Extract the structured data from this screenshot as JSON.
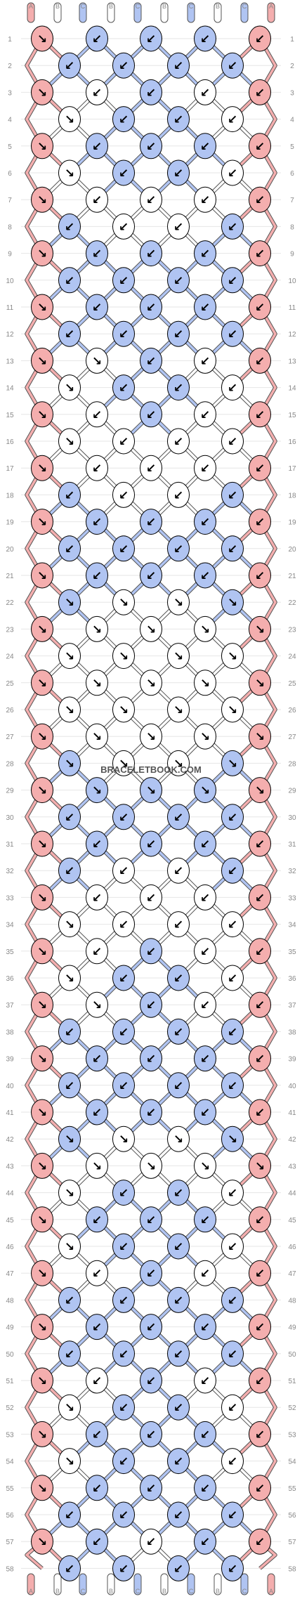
{
  "watermark": "BRACELETBOOK.COM",
  "colors": {
    "A": "#f4aeae",
    "B": "#ffffff",
    "C": "#b0c4f2",
    "outline": "#000000",
    "grid_line": "#e6e6e6",
    "thread_outline": "#555555",
    "watermark": "#555555"
  },
  "strings": [
    "A",
    "B",
    "C",
    "B",
    "C",
    "B",
    "C",
    "B",
    "C",
    "A"
  ],
  "row_numbers": [
    "1",
    "2",
    "3",
    "4",
    "5",
    "6",
    "7",
    "8",
    "9",
    "10",
    "11",
    "12",
    "13",
    "14",
    "15",
    "16",
    "17",
    "18",
    "19",
    "20",
    "21",
    "22",
    "23",
    "24",
    "25",
    "26",
    "27",
    "28",
    "29",
    "30",
    "31",
    "32",
    "33",
    "34",
    "35",
    "36",
    "37",
    "38",
    "39",
    "40",
    "41",
    "42",
    "43",
    "44",
    "45",
    "46",
    "47",
    "48",
    "49",
    "50",
    "51",
    "52",
    "53",
    "54",
    "55",
    "56",
    "57",
    "58"
  ],
  "knots": {
    "odd_row_columns": 5,
    "even_row_columns": 4,
    "rows": [
      [
        {
          "c": "A",
          "s": "↘"
        },
        {
          "c": "C",
          "s": "↙"
        },
        {
          "c": "C",
          "s": "↙"
        },
        {
          "c": "C",
          "s": "↙"
        },
        {
          "c": "A",
          "s": "↙"
        }
      ],
      [
        {
          "c": "C",
          "s": "↙"
        },
        {
          "c": "C",
          "s": "↙"
        },
        {
          "c": "C",
          "s": "↙"
        },
        {
          "c": "C",
          "s": "↙"
        }
      ],
      [
        {
          "c": "A",
          "s": "↘"
        },
        {
          "c": "B",
          "s": "↙"
        },
        {
          "c": "C",
          "s": "↙"
        },
        {
          "c": "B",
          "s": "↙"
        },
        {
          "c": "A",
          "s": "↙"
        }
      ],
      [
        {
          "c": "B",
          "s": "↘"
        },
        {
          "c": "C",
          "s": "↙"
        },
        {
          "c": "C",
          "s": "↙"
        },
        {
          "c": "B",
          "s": "↙"
        }
      ],
      [
        {
          "c": "A",
          "s": "↘"
        },
        {
          "c": "C",
          "s": "↙"
        },
        {
          "c": "C",
          "s": "↙"
        },
        {
          "c": "C",
          "s": "↙"
        },
        {
          "c": "A",
          "s": "↙"
        }
      ],
      [
        {
          "c": "B",
          "s": "↘"
        },
        {
          "c": "C",
          "s": "↙"
        },
        {
          "c": "C",
          "s": "↙"
        },
        {
          "c": "B",
          "s": "↙"
        }
      ],
      [
        {
          "c": "A",
          "s": "↘"
        },
        {
          "c": "B",
          "s": "↙"
        },
        {
          "c": "B",
          "s": "↙"
        },
        {
          "c": "B",
          "s": "↙"
        },
        {
          "c": "A",
          "s": "↙"
        }
      ],
      [
        {
          "c": "C",
          "s": "↙"
        },
        {
          "c": "B",
          "s": "↙"
        },
        {
          "c": "B",
          "s": "↙"
        },
        {
          "c": "C",
          "s": "↙"
        }
      ],
      [
        {
          "c": "A",
          "s": "↘"
        },
        {
          "c": "C",
          "s": "↙"
        },
        {
          "c": "C",
          "s": "↙"
        },
        {
          "c": "C",
          "s": "↙"
        },
        {
          "c": "A",
          "s": "↙"
        }
      ],
      [
        {
          "c": "C",
          "s": "↙"
        },
        {
          "c": "C",
          "s": "↙"
        },
        {
          "c": "C",
          "s": "↙"
        },
        {
          "c": "C",
          "s": "↙"
        }
      ],
      [
        {
          "c": "A",
          "s": "↘"
        },
        {
          "c": "C",
          "s": "↙"
        },
        {
          "c": "C",
          "s": "↙"
        },
        {
          "c": "C",
          "s": "↙"
        },
        {
          "c": "A",
          "s": "↙"
        }
      ],
      [
        {
          "c": "C",
          "s": "↙"
        },
        {
          "c": "C",
          "s": "↙"
        },
        {
          "c": "C",
          "s": "↙"
        },
        {
          "c": "C",
          "s": "↙"
        }
      ],
      [
        {
          "c": "A",
          "s": "↘"
        },
        {
          "c": "B",
          "s": "↘"
        },
        {
          "c": "C",
          "s": "↙"
        },
        {
          "c": "B",
          "s": "↙"
        },
        {
          "c": "A",
          "s": "↙"
        }
      ],
      [
        {
          "c": "B",
          "s": "↘"
        },
        {
          "c": "C",
          "s": "↙"
        },
        {
          "c": "C",
          "s": "↙"
        },
        {
          "c": "B",
          "s": "↙"
        }
      ],
      [
        {
          "c": "A",
          "s": "↘"
        },
        {
          "c": "B",
          "s": "↙"
        },
        {
          "c": "C",
          "s": "↙"
        },
        {
          "c": "B",
          "s": "↙"
        },
        {
          "c": "A",
          "s": "↙"
        }
      ],
      [
        {
          "c": "B",
          "s": "↘"
        },
        {
          "c": "B",
          "s": "↙"
        },
        {
          "c": "B",
          "s": "↙"
        },
        {
          "c": "B",
          "s": "↙"
        }
      ],
      [
        {
          "c": "A",
          "s": "↘"
        },
        {
          "c": "B",
          "s": "↙"
        },
        {
          "c": "B",
          "s": "↙"
        },
        {
          "c": "B",
          "s": "↙"
        },
        {
          "c": "A",
          "s": "↙"
        }
      ],
      [
        {
          "c": "C",
          "s": "↙"
        },
        {
          "c": "B",
          "s": "↙"
        },
        {
          "c": "B",
          "s": "↙"
        },
        {
          "c": "C",
          "s": "↙"
        }
      ],
      [
        {
          "c": "A",
          "s": "↘"
        },
        {
          "c": "C",
          "s": "↙"
        },
        {
          "c": "C",
          "s": "↙"
        },
        {
          "c": "C",
          "s": "↙"
        },
        {
          "c": "A",
          "s": "↙"
        }
      ],
      [
        {
          "c": "C",
          "s": "↙"
        },
        {
          "c": "C",
          "s": "↙"
        },
        {
          "c": "C",
          "s": "↙"
        },
        {
          "c": "C",
          "s": "↙"
        }
      ],
      [
        {
          "c": "A",
          "s": "↘"
        },
        {
          "c": "C",
          "s": "↙"
        },
        {
          "c": "C",
          "s": "↙"
        },
        {
          "c": "C",
          "s": "↙"
        },
        {
          "c": "A",
          "s": "↙"
        }
      ],
      [
        {
          "c": "C",
          "s": "↘"
        },
        {
          "c": "B",
          "s": "↘"
        },
        {
          "c": "B",
          "s": "↘"
        },
        {
          "c": "C",
          "s": "↘"
        }
      ],
      [
        {
          "c": "A",
          "s": "↘"
        },
        {
          "c": "B",
          "s": "↘"
        },
        {
          "c": "B",
          "s": "↘"
        },
        {
          "c": "B",
          "s": "↘"
        },
        {
          "c": "A",
          "s": "↘"
        }
      ],
      [
        {
          "c": "B",
          "s": "↘"
        },
        {
          "c": "B",
          "s": "↘"
        },
        {
          "c": "B",
          "s": "↘"
        },
        {
          "c": "B",
          "s": "↘"
        }
      ],
      [
        {
          "c": "A",
          "s": "↘"
        },
        {
          "c": "B",
          "s": "↘"
        },
        {
          "c": "B",
          "s": "↘"
        },
        {
          "c": "B",
          "s": "↘"
        },
        {
          "c": "A",
          "s": "↘"
        }
      ],
      [
        {
          "c": "B",
          "s": "↘"
        },
        {
          "c": "B",
          "s": "↘"
        },
        {
          "c": "B",
          "s": "↘"
        },
        {
          "c": "B",
          "s": "↘"
        }
      ],
      [
        {
          "c": "A",
          "s": "↘"
        },
        {
          "c": "B",
          "s": "↘"
        },
        {
          "c": "B",
          "s": "↘"
        },
        {
          "c": "B",
          "s": "↘"
        },
        {
          "c": "A",
          "s": "↘"
        }
      ],
      [
        {
          "c": "C",
          "s": "↘"
        },
        {
          "c": "B",
          "s": "↘"
        },
        {
          "c": "B",
          "s": "↘"
        },
        {
          "c": "C",
          "s": "↘"
        }
      ],
      [
        {
          "c": "A",
          "s": "↘"
        },
        {
          "c": "C",
          "s": "↘"
        },
        {
          "c": "C",
          "s": "↘"
        },
        {
          "c": "C",
          "s": "↘"
        },
        {
          "c": "A",
          "s": "↘"
        }
      ],
      [
        {
          "c": "C",
          "s": "↙"
        },
        {
          "c": "C",
          "s": "↙"
        },
        {
          "c": "C",
          "s": "↙"
        },
        {
          "c": "C",
          "s": "↙"
        }
      ],
      [
        {
          "c": "A",
          "s": "↘"
        },
        {
          "c": "C",
          "s": "↙"
        },
        {
          "c": "C",
          "s": "↙"
        },
        {
          "c": "C",
          "s": "↙"
        },
        {
          "c": "A",
          "s": "↙"
        }
      ],
      [
        {
          "c": "C",
          "s": "↙"
        },
        {
          "c": "B",
          "s": "↙"
        },
        {
          "c": "B",
          "s": "↙"
        },
        {
          "c": "C",
          "s": "↙"
        }
      ],
      [
        {
          "c": "A",
          "s": "↘"
        },
        {
          "c": "B",
          "s": "↙"
        },
        {
          "c": "B",
          "s": "↙"
        },
        {
          "c": "B",
          "s": "↙"
        },
        {
          "c": "A",
          "s": "↙"
        }
      ],
      [
        {
          "c": "B",
          "s": "↘"
        },
        {
          "c": "B",
          "s": "↙"
        },
        {
          "c": "B",
          "s": "↙"
        },
        {
          "c": "B",
          "s": "↙"
        }
      ],
      [
        {
          "c": "A",
          "s": "↘"
        },
        {
          "c": "B",
          "s": "↙"
        },
        {
          "c": "C",
          "s": "↙"
        },
        {
          "c": "B",
          "s": "↙"
        },
        {
          "c": "A",
          "s": "↙"
        }
      ],
      [
        {
          "c": "B",
          "s": "↘"
        },
        {
          "c": "C",
          "s": "↙"
        },
        {
          "c": "C",
          "s": "↙"
        },
        {
          "c": "B",
          "s": "↙"
        }
      ],
      [
        {
          "c": "A",
          "s": "↘"
        },
        {
          "c": "B",
          "s": "↘"
        },
        {
          "c": "C",
          "s": "↙"
        },
        {
          "c": "B",
          "s": "↙"
        },
        {
          "c": "A",
          "s": "↙"
        }
      ],
      [
        {
          "c": "C",
          "s": "↙"
        },
        {
          "c": "C",
          "s": "↙"
        },
        {
          "c": "C",
          "s": "↙"
        },
        {
          "c": "C",
          "s": "↙"
        }
      ],
      [
        {
          "c": "A",
          "s": "↘"
        },
        {
          "c": "C",
          "s": "↙"
        },
        {
          "c": "C",
          "s": "↙"
        },
        {
          "c": "C",
          "s": "↙"
        },
        {
          "c": "A",
          "s": "↙"
        }
      ],
      [
        {
          "c": "C",
          "s": "↙"
        },
        {
          "c": "C",
          "s": "↙"
        },
        {
          "c": "C",
          "s": "↙"
        },
        {
          "c": "C",
          "s": "↙"
        }
      ],
      [
        {
          "c": "A",
          "s": "↘"
        },
        {
          "c": "C",
          "s": "↙"
        },
        {
          "c": "C",
          "s": "↙"
        },
        {
          "c": "C",
          "s": "↙"
        },
        {
          "c": "A",
          "s": "↙"
        }
      ],
      [
        {
          "c": "C",
          "s": "↘"
        },
        {
          "c": "B",
          "s": "↘"
        },
        {
          "c": "B",
          "s": "↘"
        },
        {
          "c": "C",
          "s": "↘"
        }
      ],
      [
        {
          "c": "A",
          "s": "↘"
        },
        {
          "c": "B",
          "s": "↘"
        },
        {
          "c": "B",
          "s": "↘"
        },
        {
          "c": "B",
          "s": "↘"
        },
        {
          "c": "A",
          "s": "↘"
        }
      ],
      [
        {
          "c": "B",
          "s": "↘"
        },
        {
          "c": "C",
          "s": "↙"
        },
        {
          "c": "C",
          "s": "↙"
        },
        {
          "c": "B",
          "s": "↙"
        }
      ],
      [
        {
          "c": "A",
          "s": "↘"
        },
        {
          "c": "C",
          "s": "↙"
        },
        {
          "c": "C",
          "s": "↙"
        },
        {
          "c": "C",
          "s": "↙"
        },
        {
          "c": "A",
          "s": "↙"
        }
      ],
      [
        {
          "c": "B",
          "s": "↘"
        },
        {
          "c": "C",
          "s": "↙"
        },
        {
          "c": "C",
          "s": "↙"
        },
        {
          "c": "B",
          "s": "↙"
        }
      ],
      [
        {
          "c": "A",
          "s": "↘"
        },
        {
          "c": "B",
          "s": "↙"
        },
        {
          "c": "C",
          "s": "↙"
        },
        {
          "c": "B",
          "s": "↙"
        },
        {
          "c": "A",
          "s": "↙"
        }
      ],
      [
        {
          "c": "C",
          "s": "↙"
        },
        {
          "c": "C",
          "s": "↙"
        },
        {
          "c": "C",
          "s": "↙"
        },
        {
          "c": "C",
          "s": "↙"
        }
      ],
      [
        {
          "c": "A",
          "s": "↘"
        },
        {
          "c": "C",
          "s": "↙"
        },
        {
          "c": "C",
          "s": "↙"
        },
        {
          "c": "C",
          "s": "↙"
        },
        {
          "c": "A",
          "s": "↙"
        }
      ],
      [
        {
          "c": "C",
          "s": "↙"
        },
        {
          "c": "C",
          "s": "↙"
        },
        {
          "c": "C",
          "s": "↙"
        },
        {
          "c": "C",
          "s": "↙"
        }
      ],
      [
        {
          "c": "A",
          "s": "↘"
        },
        {
          "c": "B",
          "s": "↙"
        },
        {
          "c": "C",
          "s": "↙"
        },
        {
          "c": "B",
          "s": "↙"
        },
        {
          "c": "A",
          "s": "↙"
        }
      ],
      [
        {
          "c": "B",
          "s": "↘"
        },
        {
          "c": "C",
          "s": "↙"
        },
        {
          "c": "C",
          "s": "↙"
        },
        {
          "c": "B",
          "s": "↙"
        }
      ],
      [
        {
          "c": "A",
          "s": "↘"
        },
        {
          "c": "C",
          "s": "↙"
        },
        {
          "c": "C",
          "s": "↙"
        },
        {
          "c": "C",
          "s": "↙"
        },
        {
          "c": "A",
          "s": "↙"
        }
      ],
      [
        {
          "c": "B",
          "s": "↘"
        },
        {
          "c": "C",
          "s": "↙"
        },
        {
          "c": "C",
          "s": "↙"
        },
        {
          "c": "B",
          "s": "↙"
        }
      ],
      [
        {
          "c": "A",
          "s": "↘"
        },
        {
          "c": "C",
          "s": "↙"
        },
        {
          "c": "C",
          "s": "↙"
        },
        {
          "c": "C",
          "s": "↙"
        },
        {
          "c": "A",
          "s": "↙"
        }
      ],
      [
        {
          "c": "C",
          "s": "↙"
        },
        {
          "c": "C",
          "s": "↙"
        },
        {
          "c": "C",
          "s": "↙"
        },
        {
          "c": "C",
          "s": "↙"
        }
      ],
      [
        {
          "c": "A",
          "s": "↘"
        },
        {
          "c": "C",
          "s": "↙"
        },
        {
          "c": "B",
          "s": "↙"
        },
        {
          "c": "C",
          "s": "↙"
        },
        {
          "c": "A",
          "s": "↙"
        }
      ],
      [
        {
          "c": "C",
          "s": "↙"
        },
        {
          "c": "C",
          "s": "↙"
        },
        {
          "c": "C",
          "s": "↙"
        },
        {
          "c": "C",
          "s": "↙"
        }
      ]
    ]
  },
  "bottom_strings": [
    "A",
    "B",
    "C",
    "B",
    "C",
    "B",
    "C",
    "B",
    "C",
    "A"
  ]
}
